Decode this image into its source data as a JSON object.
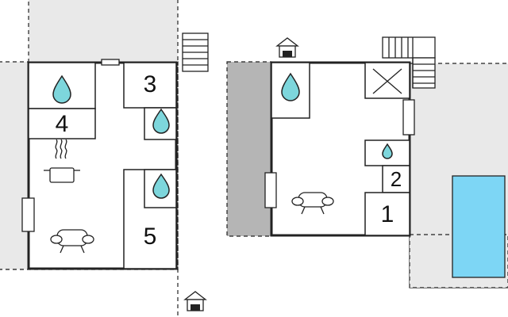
{
  "plan": {
    "rooms": [
      {
        "id": "room-1",
        "label": "1"
      },
      {
        "id": "room-2",
        "label": "2"
      },
      {
        "id": "room-3",
        "label": "3"
      },
      {
        "id": "room-4",
        "label": "4"
      },
      {
        "id": "room-5",
        "label": "5"
      }
    ],
    "icons": [
      "water-drop-icon",
      "stove-icon",
      "sofa-icon",
      "entrance-icon",
      "stairs-icon",
      "boiler-icon",
      "pool-icon",
      "window-icon"
    ],
    "colors": {
      "terrace": "#e9e9e9",
      "covered_terrace": "#b5b5b5",
      "water": "#7dd6dc",
      "pool": "#7dd6f5",
      "wall": "#222222"
    }
  }
}
